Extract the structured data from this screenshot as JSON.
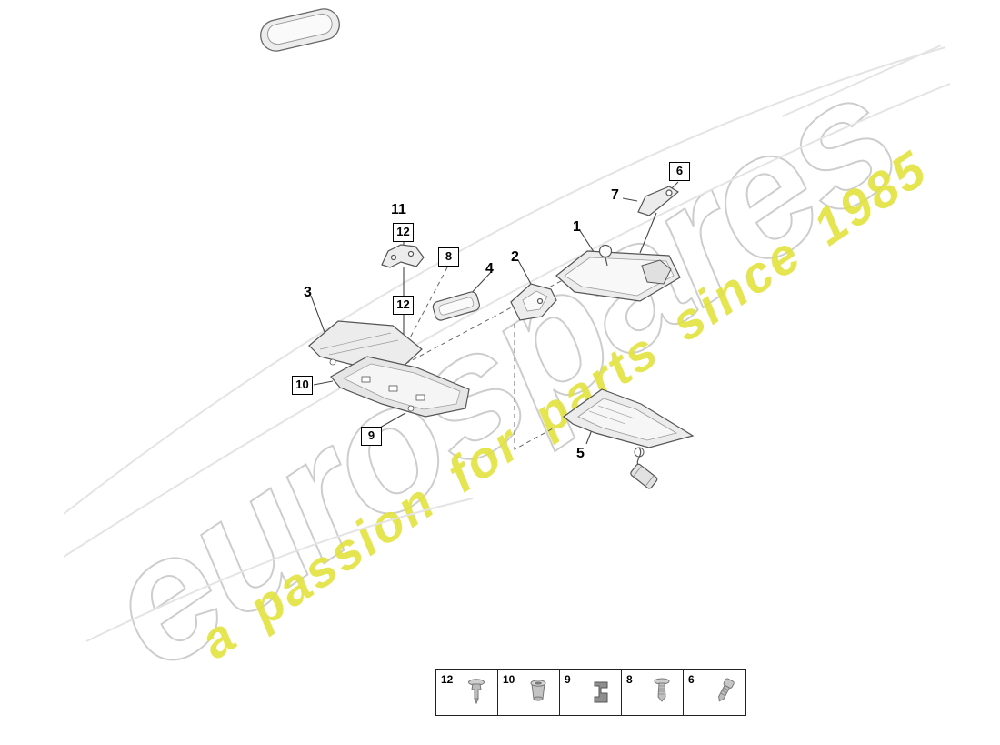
{
  "watermark": {
    "brand": "eurospares",
    "tagline": "a passion for parts since 1985",
    "brand_outline_color": "#cdcdcd",
    "tagline_color": "#e2e23e"
  },
  "callouts": {
    "plain": [
      {
        "id": "1"
      },
      {
        "id": "2"
      },
      {
        "id": "3"
      },
      {
        "id": "4"
      },
      {
        "id": "5"
      },
      {
        "id": "7"
      },
      {
        "id": "11"
      }
    ],
    "boxed": [
      {
        "id": "6"
      },
      {
        "id": "8"
      },
      {
        "id": "12"
      },
      {
        "id": "12"
      },
      {
        "id": "10"
      },
      {
        "id": "9"
      }
    ]
  },
  "legend": {
    "items": [
      {
        "number": "12",
        "icon": "rivet-icon"
      },
      {
        "number": "10",
        "icon": "grommet-icon"
      },
      {
        "number": "9",
        "icon": "clip-icon"
      },
      {
        "number": "8",
        "icon": "screw-icon"
      },
      {
        "number": "6",
        "icon": "pan-screw-icon"
      }
    ]
  }
}
